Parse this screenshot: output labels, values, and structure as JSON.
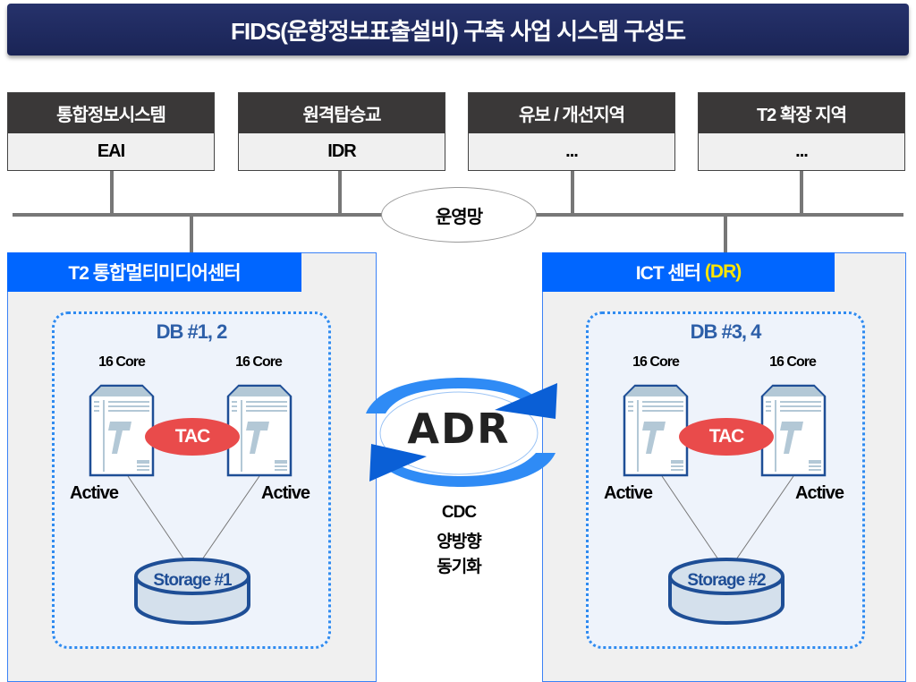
{
  "title": "FIDS(운항정보표출설비) 구축 사업  시스템 구성도",
  "systems": [
    {
      "name": "통합정보시스템",
      "sub": "EAI"
    },
    {
      "name": "원격탑승교",
      "sub": "IDR"
    },
    {
      "name": "유보 / 개선지역",
      "sub": "..."
    },
    {
      "name": "T2 확장 지역",
      "sub": "..."
    }
  ],
  "network": "운영망",
  "left": {
    "title": "T2 통합멀티미디어센터",
    "db": "DB #1, 2",
    "core1": "16 Core",
    "core2": "16 Core",
    "tac": "TAC",
    "active1": "Active",
    "active2": "Active",
    "storage": "Storage #1"
  },
  "right": {
    "title": "ICT 센터",
    "title_suffix": "(DR)",
    "db": "DB #3, 4",
    "core1": "16 Core",
    "core2": "16 Core",
    "tac": "TAC",
    "active1": "Active",
    "active2": "Active",
    "storage": "Storage #2"
  },
  "center": {
    "logo": "ADR",
    "line1": "CDC",
    "line2": "양방향",
    "line3": "동기화"
  },
  "colors": {
    "navy": "#1e2a5e",
    "blue": "#0066ff",
    "tac": "#e94b4b",
    "dr": "#ffe600"
  }
}
